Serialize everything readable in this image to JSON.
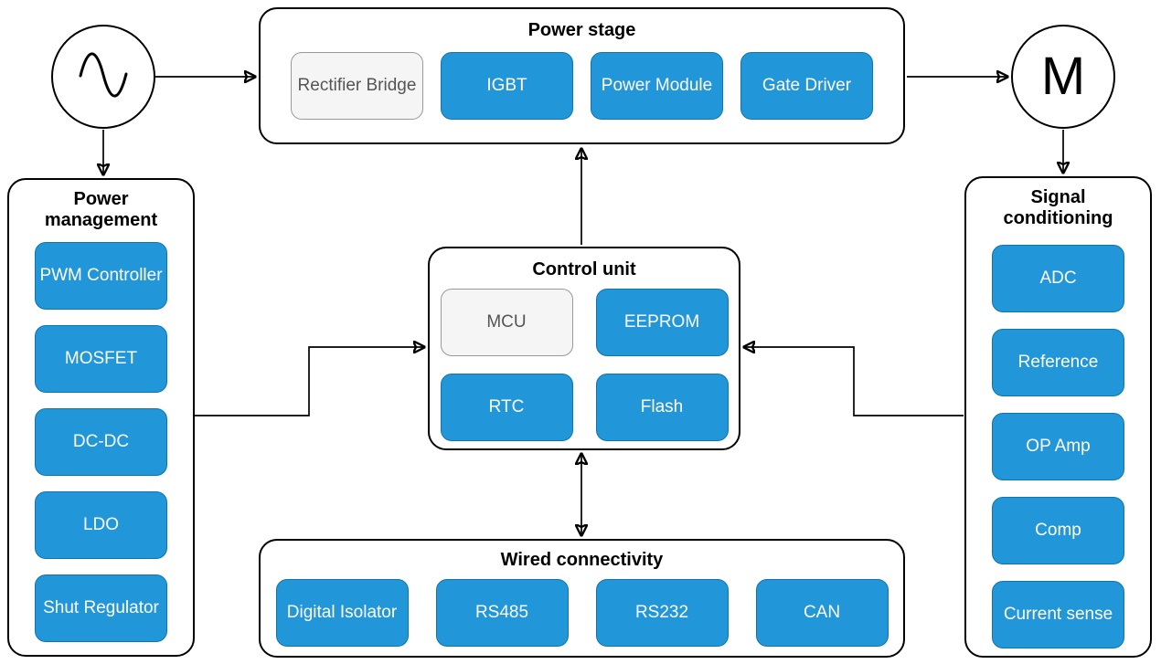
{
  "ac_source": {
    "icon": "sine-wave-icon"
  },
  "motor": {
    "label": "M"
  },
  "power_stage": {
    "title": "Power stage",
    "blocks": [
      "Rectifier Bridge",
      "IGBT",
      "Power Module",
      "Gate Driver"
    ]
  },
  "power_management": {
    "title": "Power management",
    "blocks": [
      "PWM Controller",
      "MOSFET",
      "DC-DC",
      "LDO",
      "Shut Regulator"
    ]
  },
  "control_unit": {
    "title": "Control unit",
    "blocks": [
      "MCU",
      "EEPROM",
      "RTC",
      "Flash"
    ]
  },
  "wired_connectivity": {
    "title": "Wired connectivity",
    "blocks": [
      "Digital Isolator",
      "RS485",
      "RS232",
      "CAN"
    ]
  },
  "signal_conditioning": {
    "title": "Signal conditioning",
    "blocks": [
      "ADC",
      "Reference",
      "OP Amp",
      "Comp",
      "Current sense"
    ]
  },
  "connections": [
    {
      "from": "ac-source",
      "to": "power-stage",
      "direction": "one-way"
    },
    {
      "from": "ac-source",
      "to": "power-management",
      "direction": "one-way"
    },
    {
      "from": "power-stage",
      "to": "motor",
      "direction": "one-way"
    },
    {
      "from": "motor",
      "to": "signal-conditioning",
      "direction": "one-way"
    },
    {
      "from": "control-unit",
      "to": "power-stage",
      "direction": "one-way"
    },
    {
      "from": "control-unit",
      "to": "wired-connectivity",
      "direction": "two-way"
    },
    {
      "from": "power-management",
      "to": "control-unit",
      "direction": "one-way"
    },
    {
      "from": "signal-conditioning",
      "to": "control-unit",
      "direction": "one-way"
    }
  ],
  "colors": {
    "block_blue": "#2196d8",
    "block_blue_border": "#0f76ab",
    "block_blue_text": "#ffffff",
    "block_gray": "#f5f5f5",
    "block_gray_border": "#999999",
    "block_gray_text": "#555555",
    "line": "#000000",
    "background": "#ffffff"
  }
}
